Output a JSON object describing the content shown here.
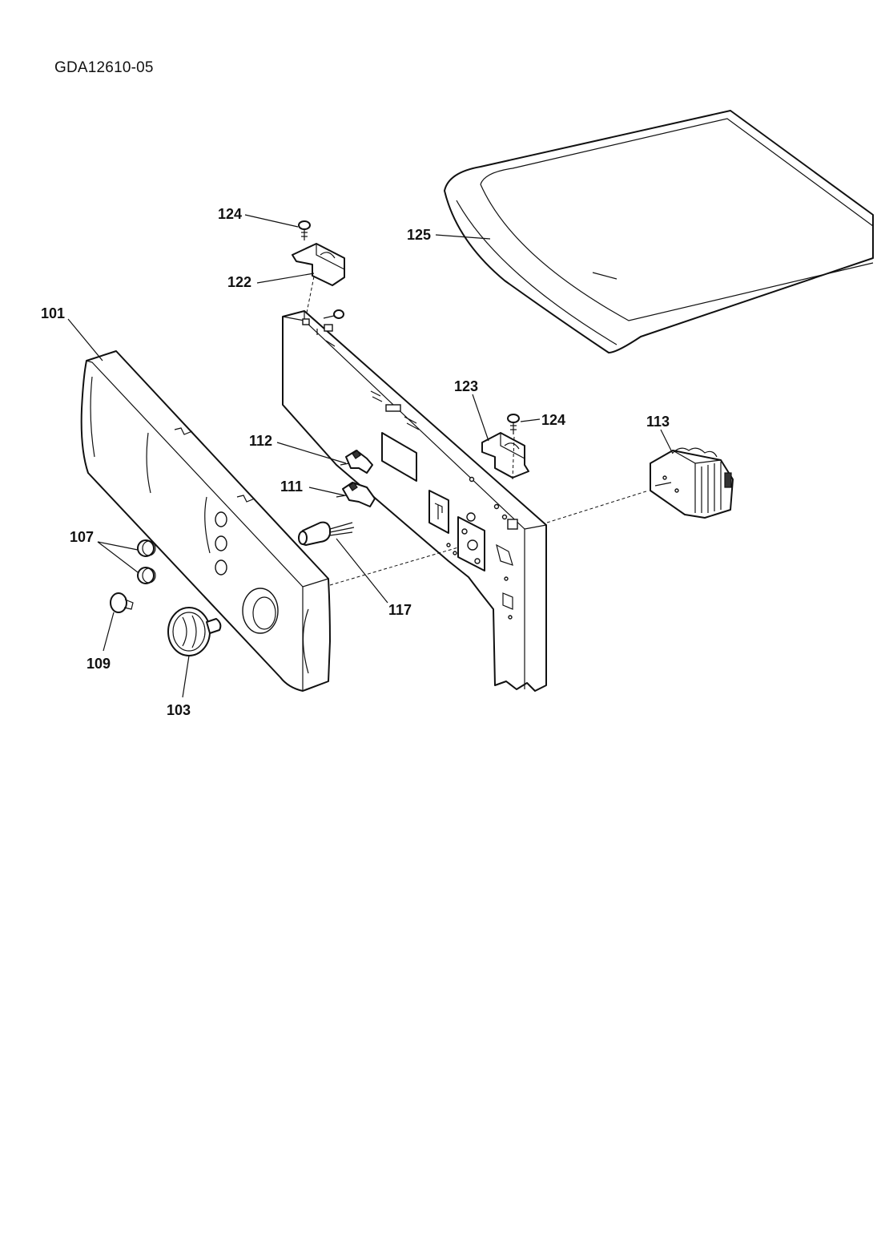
{
  "document": {
    "code": "GDA12610-05"
  },
  "callouts": {
    "c101": "101",
    "c103": "103",
    "c107": "107",
    "c109": "109",
    "c111": "111",
    "c112": "112",
    "c113": "113",
    "c117": "117",
    "c122": "122",
    "c123": "123",
    "c124a": "124",
    "c124b": "124",
    "c125": "125"
  }
}
